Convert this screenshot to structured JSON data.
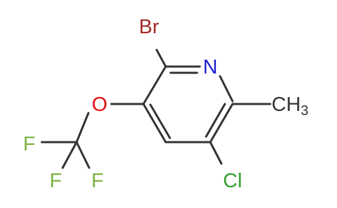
{
  "molecule": {
    "atoms": {
      "bromine": {
        "label": "Br",
        "color": "#a52a2a"
      },
      "nitrogen": {
        "label": "N",
        "color": "#2020d0"
      },
      "oxygen": {
        "label": "O",
        "color": "#e01010"
      },
      "fluorine_left": {
        "label": "F",
        "color": "#7cb342"
      },
      "fluorine_bottom": {
        "label": "F",
        "color": "#7cb342"
      },
      "fluorine_right": {
        "label": "F",
        "color": "#7cb342"
      },
      "chlorine": {
        "label": "Cl",
        "color": "#33a02c"
      },
      "methyl": {
        "label": "CH",
        "subscript": "3",
        "color": "#333333"
      }
    },
    "bond_color": "#333333"
  }
}
